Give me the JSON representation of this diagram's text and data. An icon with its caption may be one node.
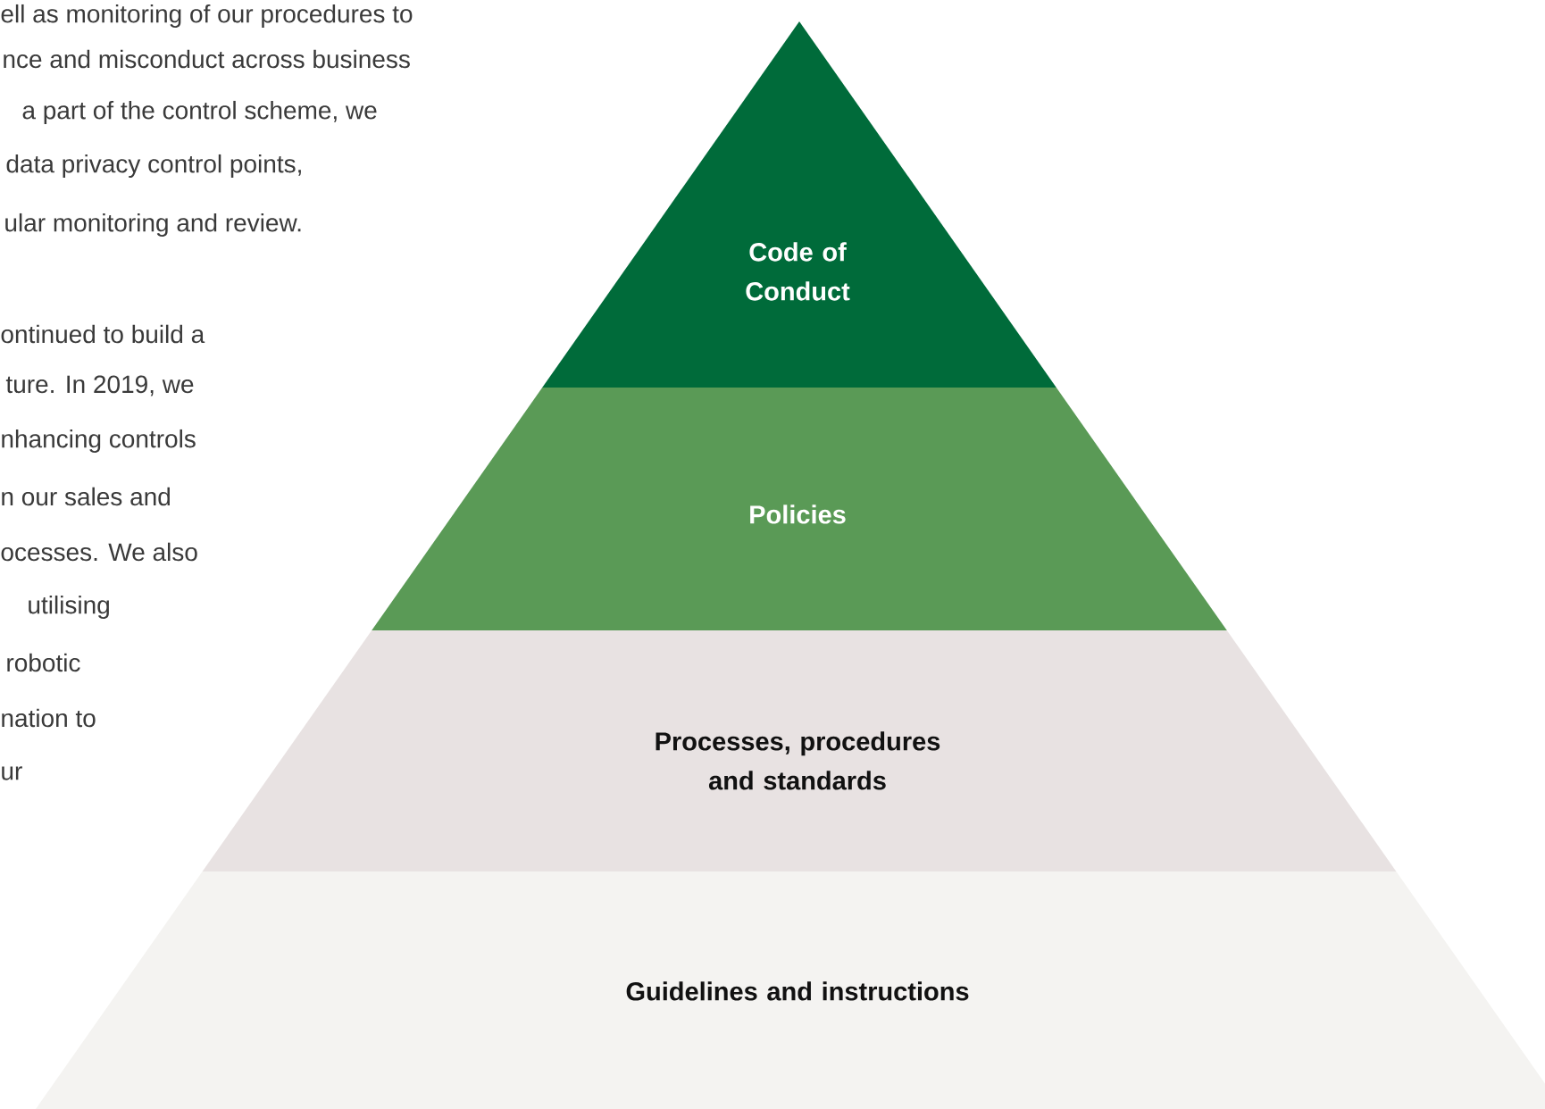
{
  "diagram": {
    "nodes": [
      {
        "text": [
          "Code of Conduct"
        ]
      },
      {
        "text": [
          "Policies"
        ]
      },
      {
        "text": [
          "Processes, procedures and standards"
        ]
      },
      {
        "text": [
          "Guidelines and instructions"
        ]
      }
    ],
    "labels": [
      "ell as monitoring of our procedures to",
      "nce and misconduct across business",
      "a part of the control scheme, we",
      "data privacy control points,",
      "ular monitoring and review.",
      "ontinued to build a",
      "ture.  In 2019, we",
      "nhancing controls",
      "n our sales and",
      "ocesses. We also",
      "utilising",
      "robotic",
      "nation to",
      "ur"
    ]
  }
}
